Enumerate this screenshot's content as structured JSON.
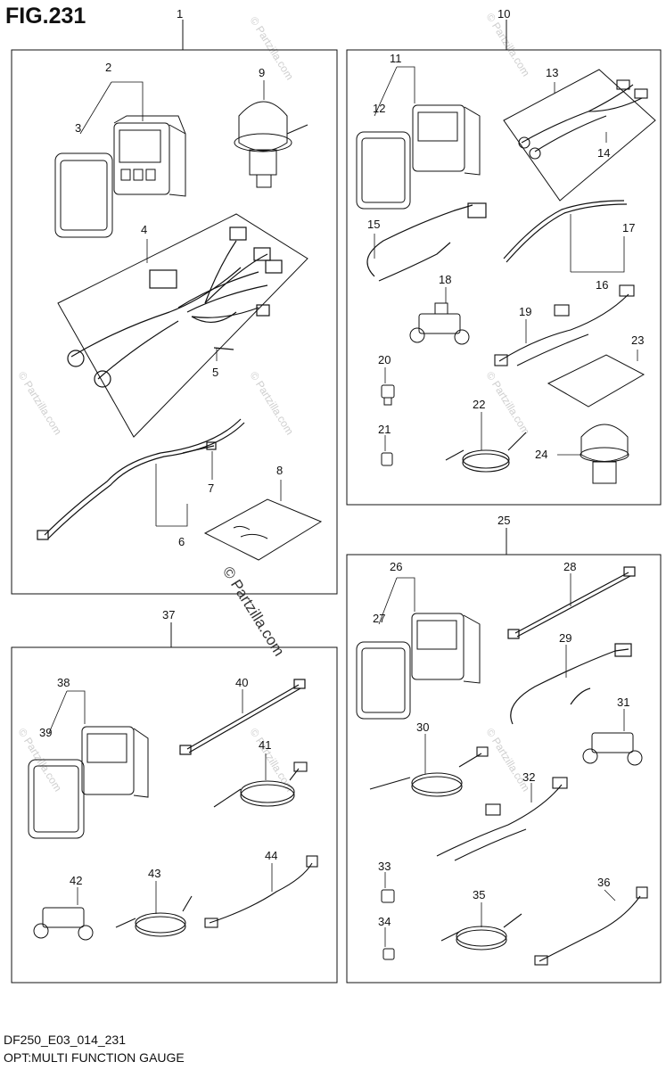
{
  "figure": {
    "title": "FIG.231",
    "code": "DF250_E03_014_231",
    "caption": "OPT:MULTI FUNCTION GAUGE",
    "watermark": "© Partzilla.com",
    "faint_watermark": "© Partzilla.com"
  },
  "callouts": {
    "c1": "1",
    "c2": "2",
    "c3": "3",
    "c4": "4",
    "c5": "5",
    "c6": "6",
    "c7": "7",
    "c8": "8",
    "c9": "9",
    "c10": "10",
    "c11": "11",
    "c12": "12",
    "c13": "13",
    "c14": "14",
    "c15": "15",
    "c16": "16",
    "c17": "17",
    "c18": "18",
    "c19": "19",
    "c20": "20",
    "c21": "21",
    "c22": "22",
    "c23": "23",
    "c24": "24",
    "c25": "25",
    "c26": "26",
    "c27": "27",
    "c28": "28",
    "c29": "29",
    "c30": "30",
    "c31": "31",
    "c32": "32",
    "c33": "33",
    "c34": "34",
    "c35": "35",
    "c36": "36",
    "c37": "37",
    "c38": "38",
    "c39": "39",
    "c40": "40",
    "c41": "41",
    "c42": "42",
    "c43": "43",
    "c44": "44"
  }
}
